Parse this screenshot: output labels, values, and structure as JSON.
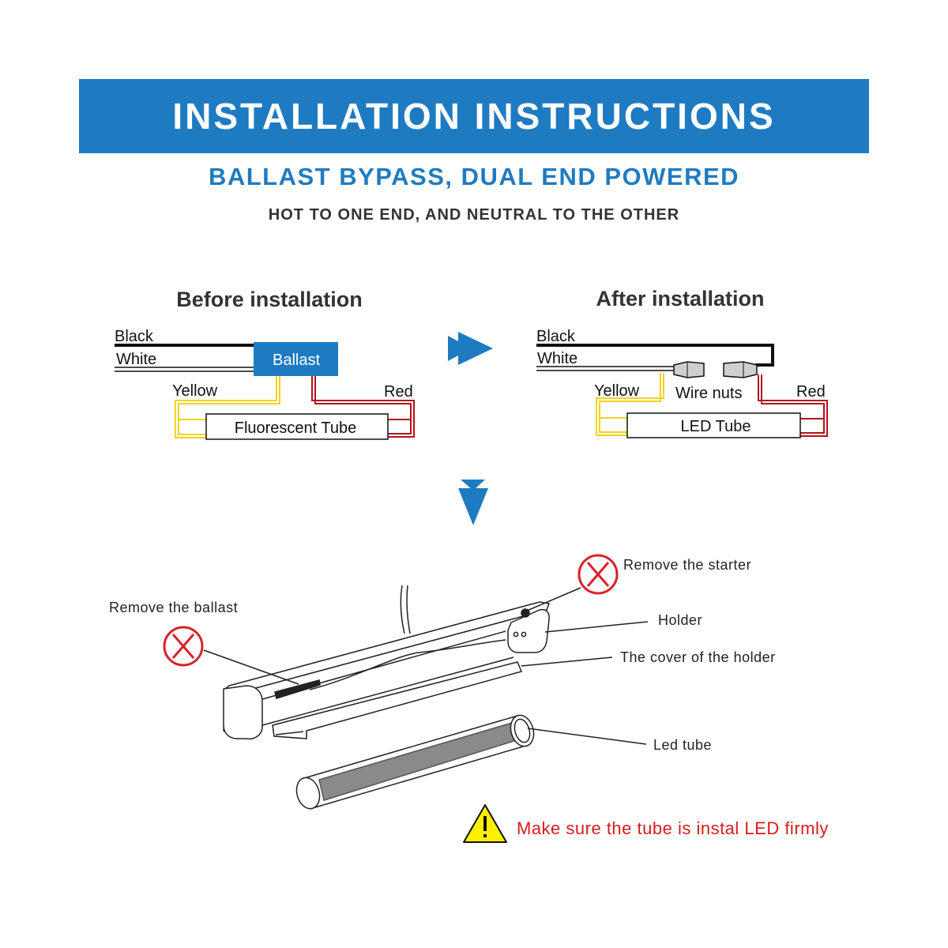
{
  "header": {
    "title": "INSTALLATION INSTRUCTIONS",
    "subtitle": "BALLAST BYPASS, DUAL END POWERED",
    "subnote": "HOT TO ONE END, AND NEUTRAL TO THE OTHER"
  },
  "before": {
    "heading": "Before installation",
    "black_label": "Black",
    "white_label": "White",
    "ballast_label": "Ballast",
    "yellow_label": "Yellow",
    "red_label": "Red",
    "tube_label": "Fluorescent Tube"
  },
  "after": {
    "heading": "After installation",
    "black_label": "Black",
    "white_label": "White",
    "yellow_label": "Yellow",
    "wire_nuts_label": "Wire nuts",
    "red_label": "Red",
    "tube_label": "LED Tube"
  },
  "fixture": {
    "remove_ballast": "Remove the ballast",
    "remove_starter": "Remove the starter",
    "holder": "Holder",
    "holder_cover": "The cover of the holder",
    "led_tube": "Led tube",
    "warning": "Make sure the tube is instal LED firmly"
  },
  "colors": {
    "brand_blue": "#1f7bc1",
    "wire_yellow": "#f2d21b",
    "wire_red": "#b3121b",
    "remove_red": "#d8222a",
    "warning_red": "#d81b1b",
    "warning_yellow": "#ffef00"
  },
  "icons": [
    "double-arrow-right-icon",
    "arrow-down-icon",
    "remove-x-icon",
    "warning-icon"
  ]
}
